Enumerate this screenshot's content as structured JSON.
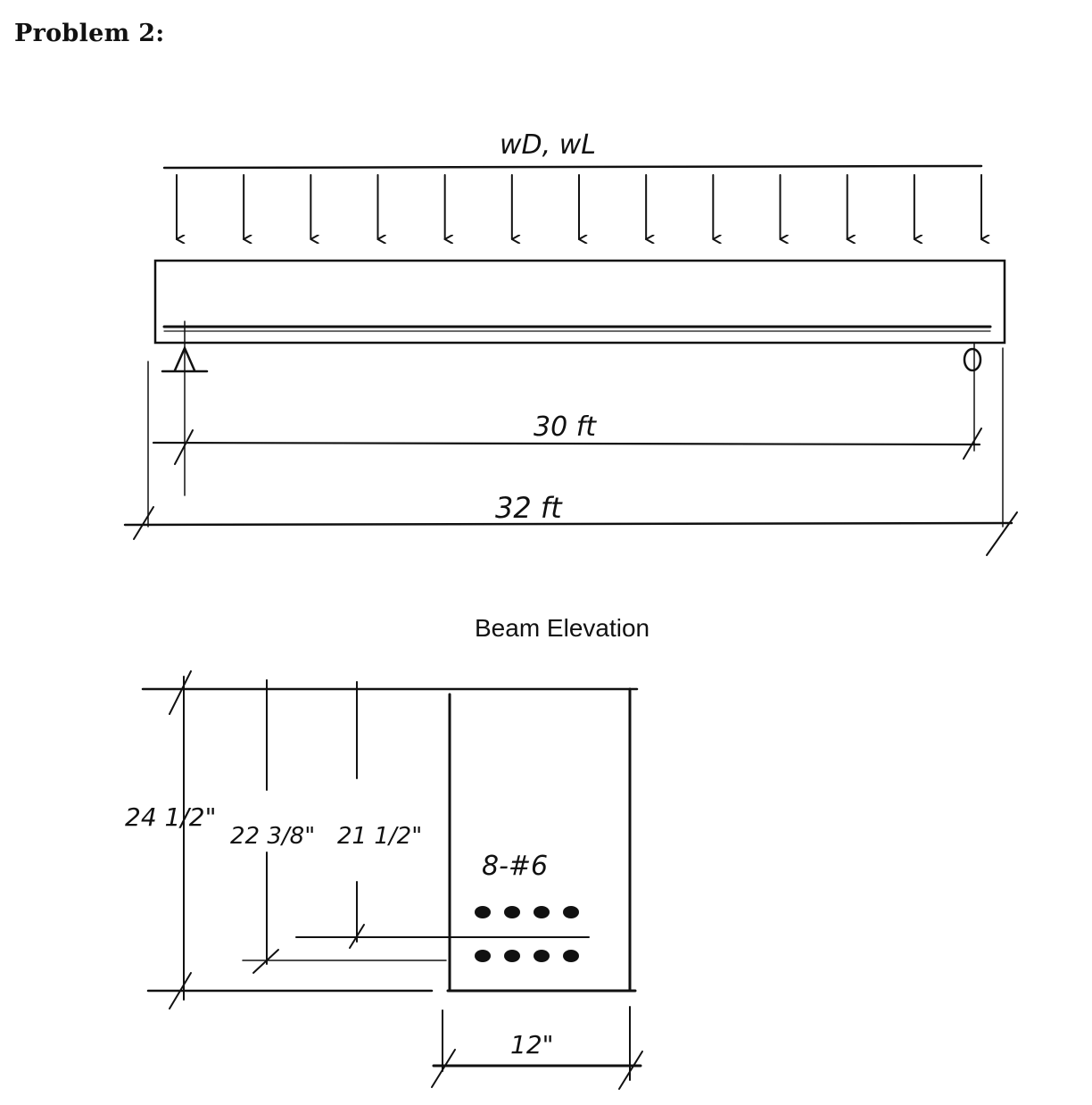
{
  "problem": {
    "title": "Problem 2:"
  },
  "elevation": {
    "load_label": "wD, wL",
    "span_label": "30 ft",
    "total_length_label": "32 ft",
    "caption": "Beam Elevation",
    "arrow_count": 13
  },
  "section": {
    "depth_total_label": "24 1/2\"",
    "depth_bottom_layer_label": "22 3/8\"",
    "depth_top_layer_label": "21 1/2\"",
    "reinforcement_label": "8-#6",
    "width_label": "12\"",
    "bars_per_layer": 4,
    "layers": 2
  },
  "colors": {
    "ink": "#111111",
    "paper": "#ffffff"
  }
}
